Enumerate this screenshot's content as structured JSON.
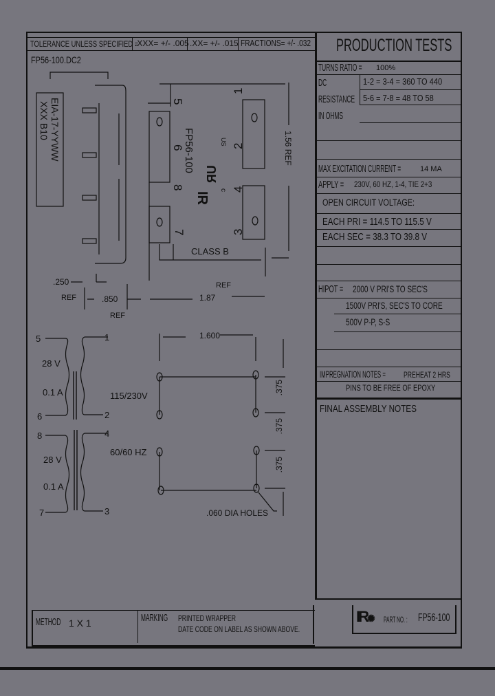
{
  "tolerance": {
    "label": "TOLERANCE UNLESS SPECIFIED =",
    "xxx": ".XXX= +/- .005",
    "xx": ".XX= +/- .015",
    "fractions": "FRACTIONS= +/- .032"
  },
  "drawing_id": "FP56-100.DC2",
  "label_box": {
    "line1": "EIA-17-YYWW",
    "line2": "XXX    B10"
  },
  "top_view": {
    "part": "FP56-100",
    "pins": [
      "5",
      "6",
      "8",
      "7",
      "1",
      "2",
      "4",
      "3"
    ],
    "class": "CLASS B",
    "ul_suffix": "US",
    "ul_prefix": "c"
  },
  "dimensions": {
    "d250": ".250",
    "d250_ref": "REF",
    "d850": ".850",
    "d850_ref": "REF",
    "d187": "1.87",
    "d187_ref": "REF",
    "d156": "1.56 REF",
    "d1600": "1.600",
    "d375a": ".375",
    "d375b": ".375",
    "d375c": ".375",
    "holes": ".060 DIA HOLES"
  },
  "schematic": {
    "pin5": "5",
    "pin1": "1",
    "pin6": "6",
    "pin2": "2",
    "pin8": "8",
    "pin4": "4",
    "pin7": "7",
    "pin3": "3",
    "v1": "28 V",
    "a1": "0.1 A",
    "v2": "28 V",
    "a2": "0.1 A",
    "primary": "115/230V",
    "freq": "60/60 HZ"
  },
  "production_tests": {
    "title": "PRODUCTION TESTS",
    "turns_ratio_label": "TURNS RATIO =",
    "turns_ratio_value": "100%",
    "dc_label": [
      "DC",
      "RESISTANCE",
      "IN OHMS"
    ],
    "dc_rows": [
      "1-2 = 3-4 = 360 TO 440",
      "5-6 = 7-8 = 48 TO 58"
    ],
    "max_exc_label": "MAX EXCITATION CURRENT =",
    "max_exc_value": "14 MA",
    "apply_label": "APPLY =",
    "apply_value": "230V, 60 HZ, 1-4, TIE 2+3",
    "ocv": "OPEN CIRCUIT VOLTAGE:",
    "each_pri": "EACH PRI = 114.5 TO 115.5 V",
    "each_sec": "EACH SEC = 38.3 TO 39.8 V",
    "hipot_label": "HIPOT =",
    "hipot_rows": [
      "2000 V PRI'S TO SEC'S",
      "1500V PRI'S, SEC'S TO CORE",
      "500V P-P, S-S"
    ],
    "impreg_label": "IMPREGNATION NOTES =",
    "impreg_value": "PREHEAT 2 HRS",
    "impreg_note": "PINS TO BE FREE OF EPOXY",
    "final_label": "FINAL ASSEMBLY NOTES"
  },
  "footer": {
    "method_label": "METHOD",
    "method_value": "1 X 1",
    "marking_label": "MARKING",
    "marking_line1": "PRINTED WRAPPER",
    "marking_line2": "DATE CODE ON LABEL AS SHOWN ABOVE.",
    "logo": "IR",
    "part_label": "PART NO. :",
    "part_value": "FP56-100"
  },
  "colors": {
    "paper": "#77767e",
    "ink": "#111111"
  }
}
